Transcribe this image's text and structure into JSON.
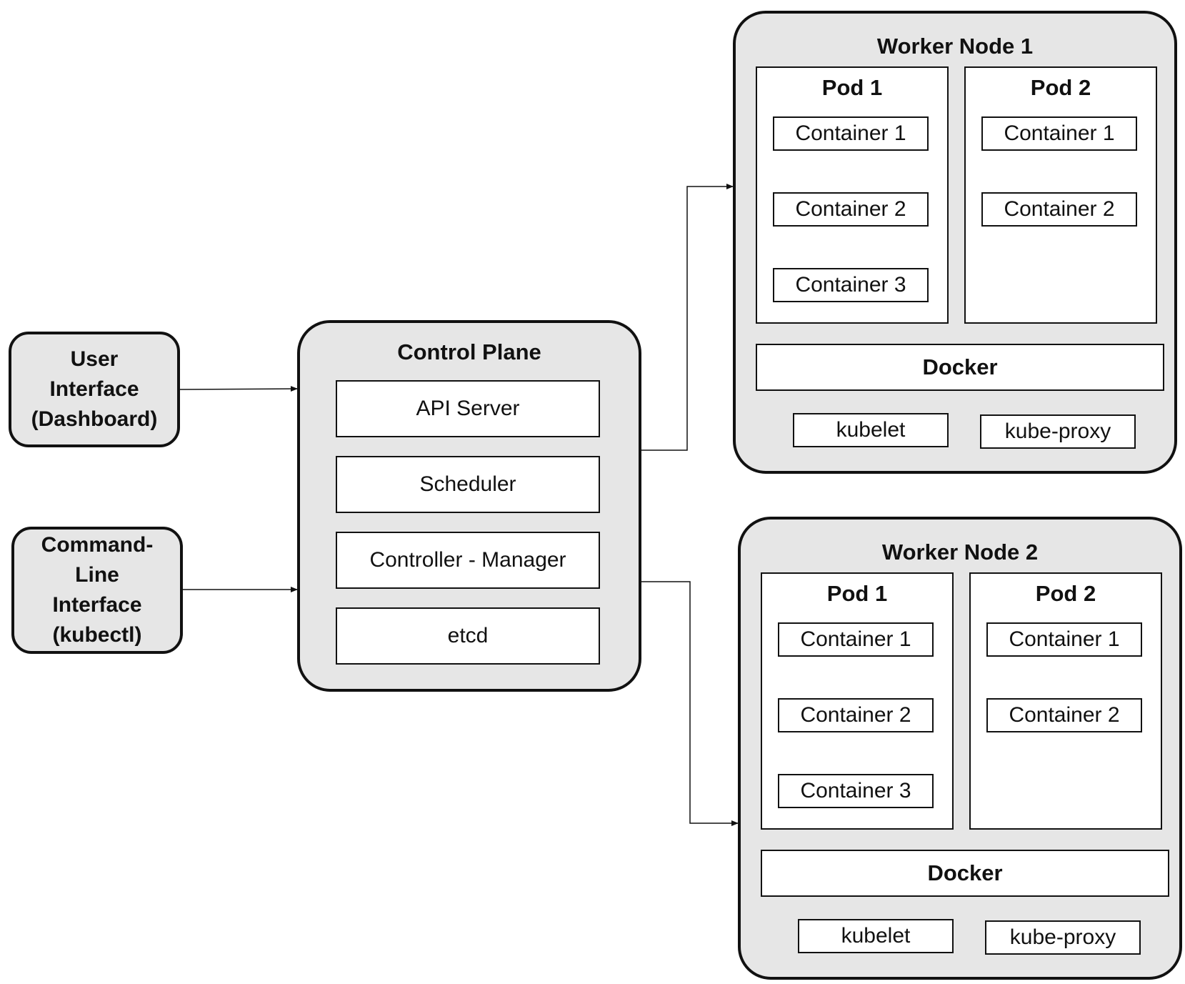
{
  "clients": {
    "ui": {
      "label": "User\nInterface\n(Dashboard)"
    },
    "cli": {
      "label": "Command-\nLine\nInterface\n(kubectl)"
    }
  },
  "control_plane": {
    "title": "Control Plane",
    "components": [
      "API Server",
      "Scheduler",
      "Controller - Manager",
      "etcd"
    ]
  },
  "worker_nodes": [
    {
      "title": "Worker Node 1",
      "pods": [
        {
          "title": "Pod 1",
          "containers": [
            "Container 1",
            "Container 2",
            "Container 3"
          ]
        },
        {
          "title": "Pod 2",
          "containers": [
            "Container 1",
            "Container 2"
          ]
        }
      ],
      "runtime": "Docker",
      "agents": [
        "kubelet",
        "kube-proxy"
      ]
    },
    {
      "title": "Worker Node 2",
      "pods": [
        {
          "title": "Pod 1",
          "containers": [
            "Container 1",
            "Container 2",
            "Container 3"
          ]
        },
        {
          "title": "Pod 2",
          "containers": [
            "Container 1",
            "Container 2"
          ]
        }
      ],
      "runtime": "Docker",
      "agents": [
        "kubelet",
        "kube-proxy"
      ]
    }
  ],
  "colors": {
    "node_fill": "#e6e6e6",
    "stroke": "#111111",
    "box_fill": "#ffffff"
  }
}
